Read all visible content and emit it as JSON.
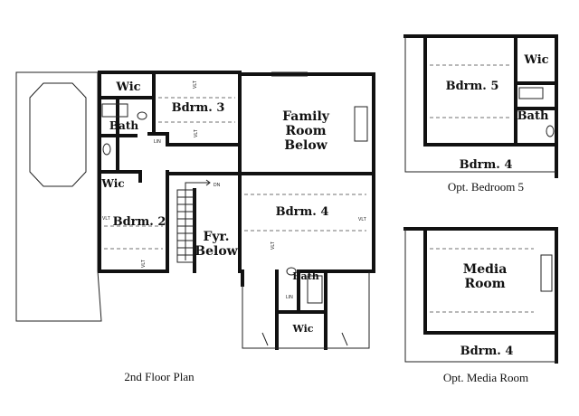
{
  "main_plan": {
    "caption": "2nd Floor Plan",
    "rooms": {
      "wic_top": "Wic",
      "bdrm3": "Bdrm. 3",
      "bath_left": "Bath",
      "family_line1": "Family",
      "family_line2": "Room",
      "family_line3": "Below",
      "wic_left": "Wic",
      "bdrm2": "Bdrm. 2",
      "fyr_line1": "Fyr.",
      "fyr_line2": "Below",
      "bdrm4": "Bdrm. 4",
      "bath_bottom": "Bath",
      "wic_bottom": "Wic"
    },
    "marks": {
      "vlt": "VLT",
      "lin": "LIN",
      "dn": "DN"
    }
  },
  "opt_bedroom5": {
    "caption": "Opt. Bedroom 5",
    "rooms": {
      "wic": "Wic",
      "bdrm5": "Bdrm. 5",
      "bath": "Bath",
      "bdrm4": "Bdrm. 4"
    }
  },
  "opt_media": {
    "caption": "Opt. Media Room",
    "rooms": {
      "media_line1": "Media",
      "media_line2": "Room",
      "bdrm4": "Bdrm. 4"
    }
  }
}
